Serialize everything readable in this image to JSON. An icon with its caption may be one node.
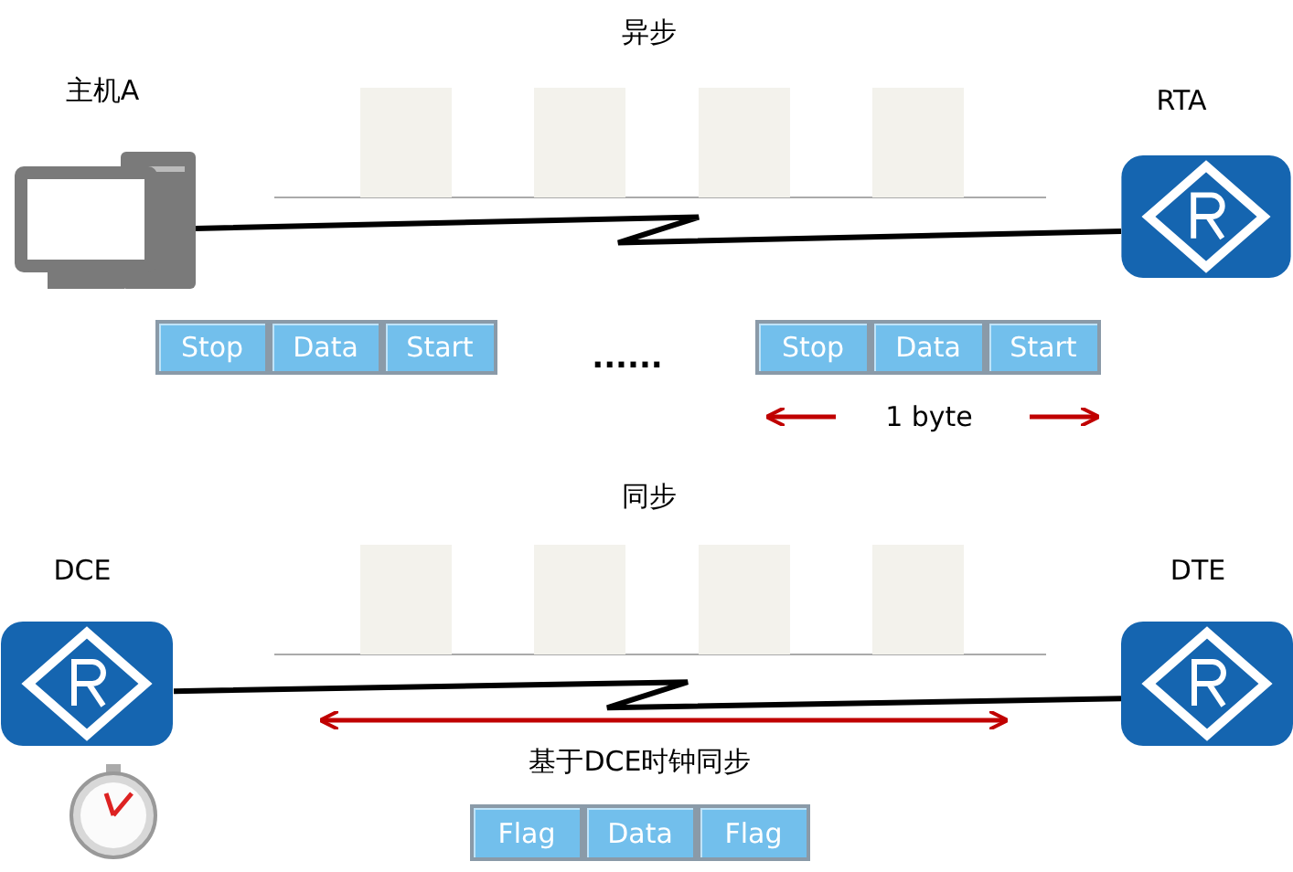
{
  "diagram": {
    "nodes": [
      {
        "text": [
          "主机A"
        ]
      },
      {
        "text": [
          "RTA"
        ]
      },
      {
        "text": [
          "Stop"
        ]
      },
      {
        "text": [
          "Data"
        ]
      },
      {
        "text": [
          "Start"
        ]
      },
      {
        "text": [
          "Stop"
        ]
      },
      {
        "text": [
          "Data"
        ]
      },
      {
        "text": [
          "Start"
        ]
      },
      {
        "text": [
          "DCE"
        ]
      },
      {
        "text": [
          "DTE"
        ]
      },
      {
        "text": [
          "Flag"
        ]
      },
      {
        "text": [
          "Data"
        ]
      },
      {
        "text": [
          "Flag"
        ]
      }
    ],
    "edges": [
      {
        "from": 0,
        "to": 1,
        "arrow": "none"
      },
      {
        "from": 8,
        "to": 9,
        "arrow": "none"
      }
    ],
    "labels": [
      "异步",
      "......",
      "1 byte",
      "同步",
      "基于DCE时钟同步"
    ]
  }
}
